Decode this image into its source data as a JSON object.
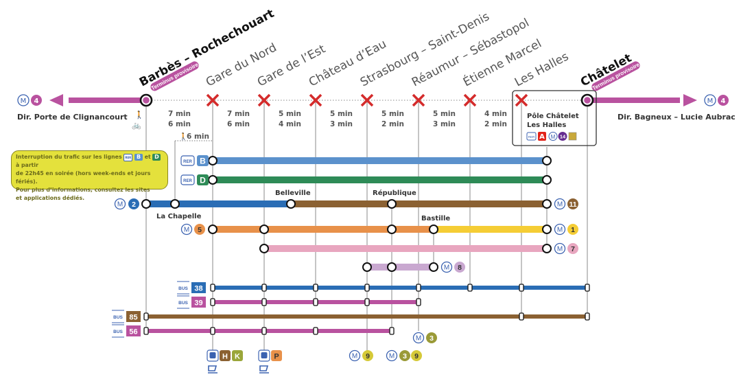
{
  "title": "Schéma de ligne – Métro 4 interruption entre Barbès – Rochechouart et Châtelet",
  "colors": {
    "m4": "#b9529f",
    "rerB": "#5b91cc",
    "rerD": "#2e8b57",
    "m2": "#2a6db5",
    "m11": "#8b6132",
    "m5": "#e8914a",
    "m1": "#f5cd35",
    "m7": "#e8a6bf",
    "m8": "#c9a8d0",
    "m3": "#9a9a37",
    "m9": "#d5c938",
    "m14": "#652c90",
    "rerA": "#e2231a",
    "bus38": "#2a6db5",
    "bus39": "#b9529f",
    "bus85": "#8b6132",
    "bus56": "#b9529f",
    "closed": "#d42b2b",
    "note_bg": "#e4e13c",
    "metro_logo": "#3b62b0",
    "transilien_h": "#8b6132",
    "transilien_k": "#9aa63a",
    "transilien_p": "#e8914a"
  },
  "stations": [
    {
      "name": "Barbès – Rochechouart",
      "terminus": true,
      "tag": "Terminus provisoire"
    },
    {
      "name": "Gare du Nord",
      "closed": true
    },
    {
      "name": "Gare de l’Est",
      "closed": true
    },
    {
      "name": "Château d’Eau",
      "closed": true
    },
    {
      "name": "Strasbourg – Saint-Denis",
      "closed": true
    },
    {
      "name": "Réaumur – Sébastopol",
      "closed": true
    },
    {
      "name": "Étienne Marcel",
      "closed": true
    },
    {
      "name": "Les Halles",
      "closed": true
    },
    {
      "name": "Châtelet",
      "terminus": true,
      "tag": "Terminus provisoire"
    }
  ],
  "directions": {
    "left": {
      "line": "4",
      "label": "Dir. Porte de Clignancourt"
    },
    "right": {
      "line": "4",
      "label": "Dir. Bagneux – Lucie Aubrac"
    }
  },
  "segment_times": [
    {
      "walk": "7 min",
      "bike": "6 min"
    },
    {
      "walk": "7 min",
      "bike": "6 min"
    },
    {
      "walk": "5 min",
      "bike": "4 min"
    },
    {
      "walk": "5 min",
      "bike": "3 min"
    },
    {
      "walk": "5 min",
      "bike": "2 min"
    },
    {
      "walk": "5 min",
      "bike": "3 min"
    },
    {
      "walk": "4 min",
      "bike": "2 min"
    }
  ],
  "walk_transfer": "6 min",
  "hub": {
    "name_line1": "Pôle Châtelet",
    "name_line2": "Les Halles",
    "rer": "A",
    "metro": "14"
  },
  "note": {
    "line1_pre": "Interruption du trafic sur les lignes",
    "rer_b": "B",
    "and": "et",
    "rer_d": "D",
    "line1_post": "à partir",
    "line2": "de 22h45 en soirée (hors week-ends et jours fériés).",
    "line3": "Pour plus d’informations, consultez les sites",
    "line4": "et applications dédiés."
  },
  "lines": {
    "rerB": {
      "mode": "RER",
      "label": "B"
    },
    "rerD": {
      "mode": "RER",
      "label": "D"
    },
    "m2": {
      "label": "2"
    },
    "m11": {
      "label": "11"
    },
    "m5": {
      "label": "5"
    },
    "m1": {
      "label": "1"
    },
    "m7": {
      "label": "7"
    },
    "m8": {
      "label": "8"
    },
    "bus38": {
      "mode": "BUS",
      "label": "38"
    },
    "bus39": {
      "mode": "BUS",
      "label": "39"
    },
    "bus85": {
      "mode": "BUS",
      "label": "85"
    },
    "bus56": {
      "mode": "BUS",
      "label": "56"
    }
  },
  "connection_stations": {
    "la_chapelle": "La Chapelle",
    "belleville": "Belleville",
    "republique": "République",
    "bastille": "Bastille"
  },
  "bottom_connections": {
    "gare_du_nord": [
      "H",
      "K"
    ],
    "gare_de_lest": [
      "P"
    ],
    "strasbourg": [
      "9"
    ],
    "reaumur_m3": "3",
    "republique": [
      "3",
      "9"
    ]
  },
  "metro_logo": "M",
  "rer_logo": "RER",
  "bus_logo": "BUS"
}
